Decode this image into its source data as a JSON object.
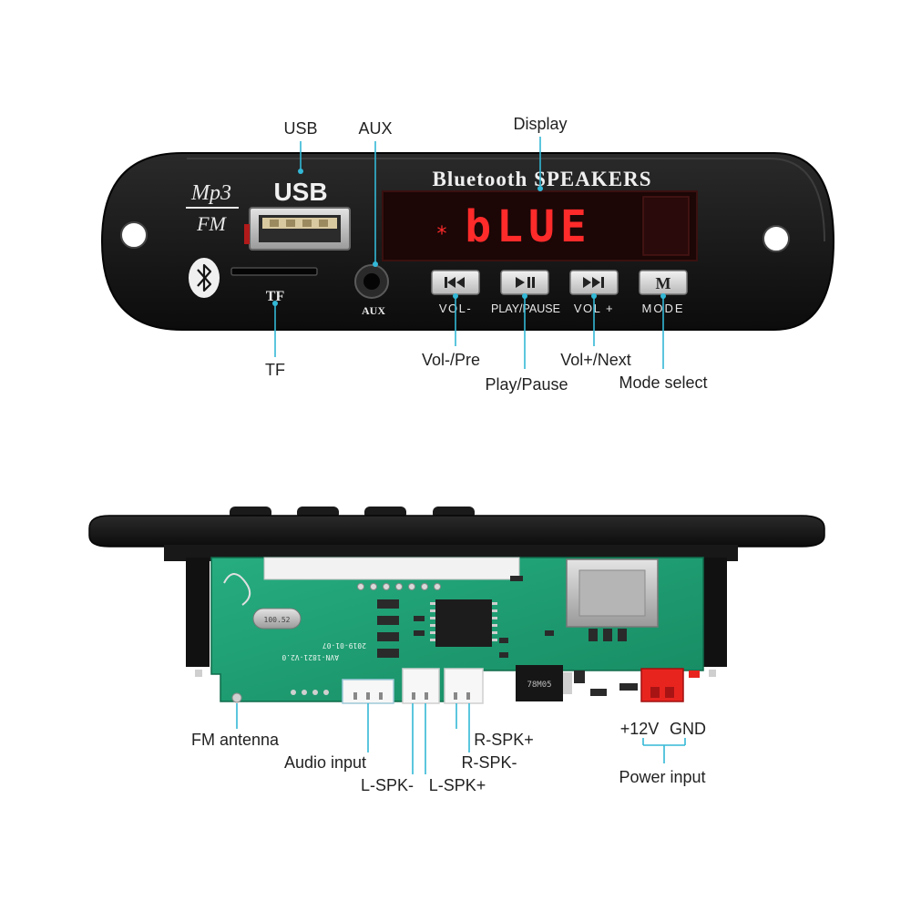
{
  "front_panel": {
    "brand_top": "Mp3",
    "brand_bottom": "FM",
    "usb_label": "USB",
    "tf_label": "TF",
    "aux_label": "AUX",
    "display_header": "Bluetooth SPEAKERS",
    "display_text": "bLUE",
    "buttons": [
      {
        "label": "VOL-",
        "icon": "previous-track-icon"
      },
      {
        "label": "PLAY/PAUSE",
        "icon": "play-pause-icon"
      },
      {
        "label": "VOL +",
        "icon": "next-track-icon"
      },
      {
        "label": "MODE",
        "icon": "mode-m-icon"
      }
    ]
  },
  "front_callouts": {
    "usb": "USB",
    "aux": "AUX",
    "display": "Display",
    "tf": "TF",
    "vol_pre": "Vol-/Pre",
    "play_pause": "Play/Pause",
    "vol_next": "Vol+/Next",
    "mode_select": "Mode select"
  },
  "back_board": {
    "silkscreen_version": "AVN-1821-V2.0",
    "silkscreen_date": "2019-01-07",
    "regulator_text": "78M05",
    "crystal_text": "100.52"
  },
  "back_callouts": {
    "fm_antenna": "FM antenna",
    "audio_input": "Audio input",
    "l_spk_minus": "L-SPK-",
    "l_spk_plus": "L-SPK+",
    "r_spk_plus": "R-SPK+",
    "r_spk_minus": "R-SPK-",
    "plus_12v": "+12V",
    "gnd": "GND",
    "power_input": "Power input"
  },
  "colors": {
    "panel": "#141414",
    "pcb": "#1f9e72",
    "display_red": "#ff2b2b",
    "callout_line": "#33b8d6",
    "power_connector": "#e8241f"
  }
}
